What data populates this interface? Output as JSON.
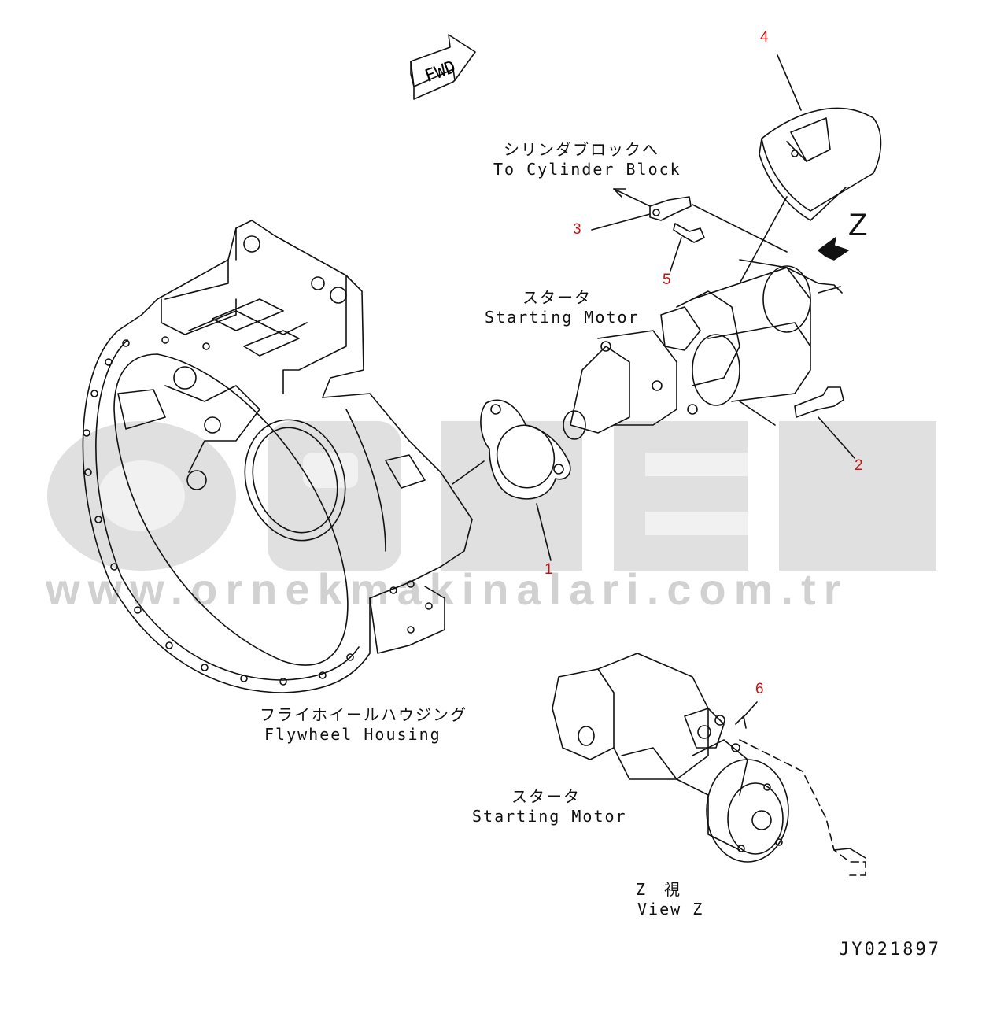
{
  "watermark": {
    "brand": "ORNEK",
    "url": "www.ornekmakinalari.com.tr"
  },
  "fwd_label": "FWD",
  "labels": {
    "cylinder_block_jp": "シリンダブロックへ",
    "cylinder_block_en": "To Cylinder Block",
    "starting_motor_jp": "スタータ",
    "starting_motor_en": "Starting Motor",
    "flywheel_jp": "フライホイールハウジング",
    "flywheel_en": "Flywheel Housing",
    "starting_motor2_jp": "スタータ",
    "starting_motor2_en": "Starting Motor",
    "view_z_jp": "Z　視",
    "view_z_en": "View Z",
    "z_arrow": "Z"
  },
  "callouts": [
    "1",
    "2",
    "3",
    "4",
    "5",
    "6"
  ],
  "drawing_code": "JY021897",
  "colors": {
    "callout": "#cc1111",
    "line": "#111111",
    "watermark": "#c9c9c9"
  }
}
